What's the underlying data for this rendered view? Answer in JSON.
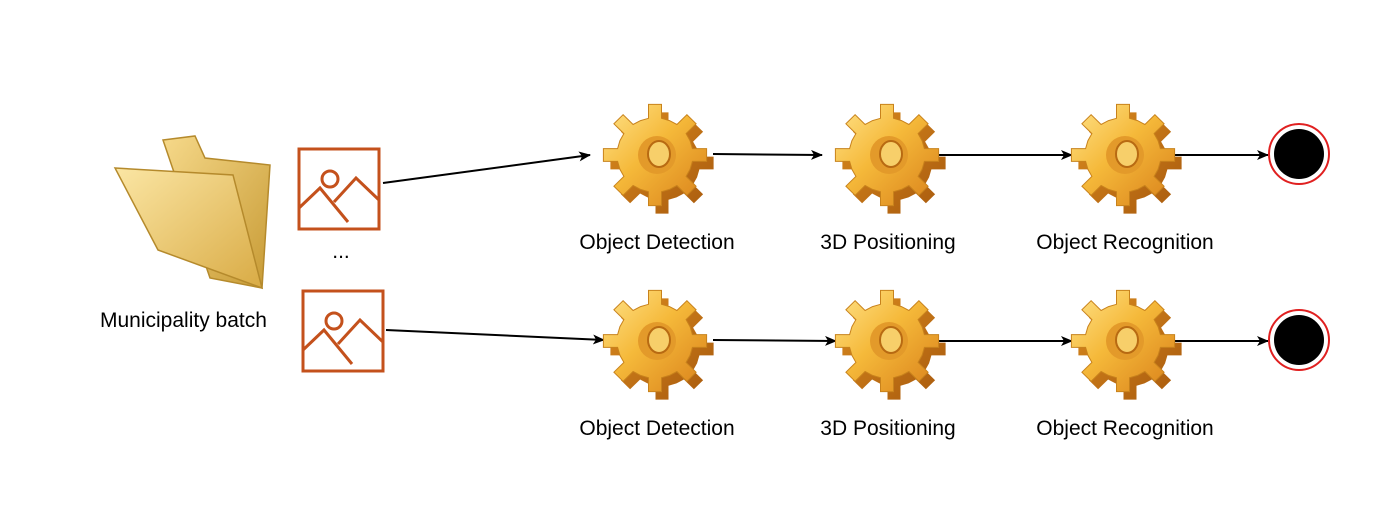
{
  "colors": {
    "folder": "#e8bf5c",
    "image_icon": "#c4511c",
    "gear": "#f2a72d",
    "arrow": "#000000",
    "end_ring": "#e02020",
    "end_fill": "#000000"
  },
  "source": {
    "folder_icon": "folder-icon",
    "folder_label": "Municipality batch",
    "image_icon": "image-icon",
    "ellipsis": "..."
  },
  "pipelines": [
    {
      "steps": [
        {
          "label": "Object Detection",
          "icon": "gear-icon"
        },
        {
          "label": "3D Positioning",
          "icon": "gear-icon"
        },
        {
          "label": "Object Recognition",
          "icon": "gear-icon"
        }
      ],
      "end_icon": "end-state-icon"
    },
    {
      "steps": [
        {
          "label": "Object Detection",
          "icon": "gear-icon"
        },
        {
          "label": "3D Positioning",
          "icon": "gear-icon"
        },
        {
          "label": "Object Recognition",
          "icon": "gear-icon"
        }
      ],
      "end_icon": "end-state-icon"
    }
  ]
}
